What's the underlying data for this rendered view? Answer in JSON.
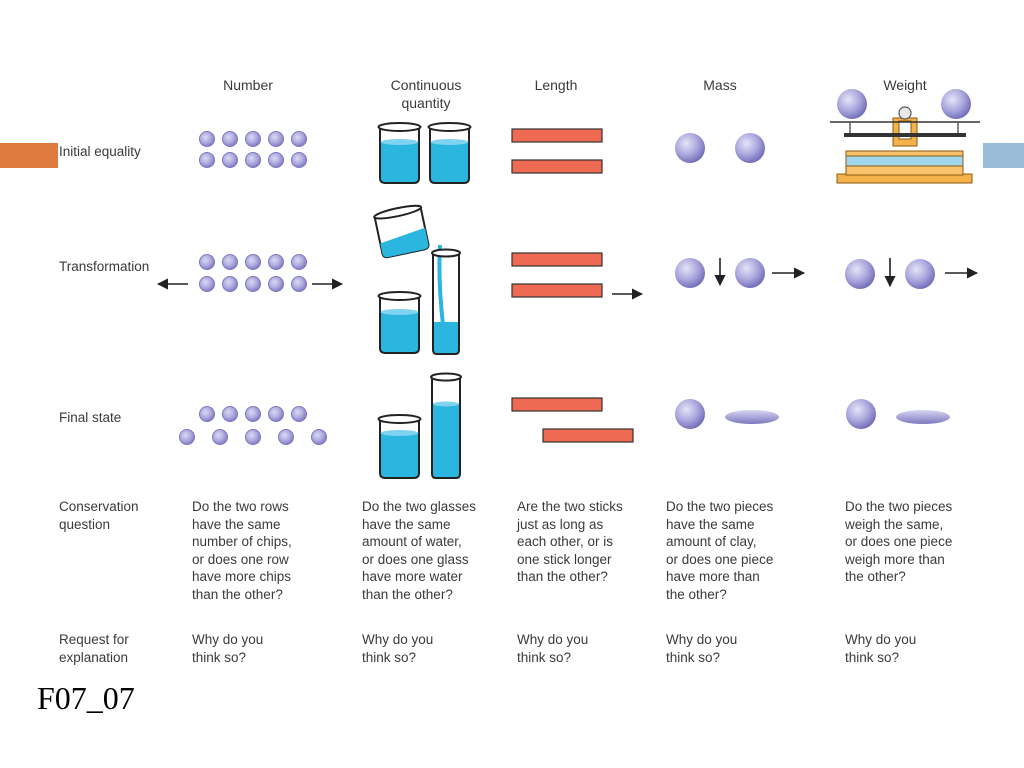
{
  "columns": [
    "Number",
    "Continuous\nquantity",
    "Length",
    "Mass",
    "Weight"
  ],
  "rows": [
    "Initial equality",
    "Transformation",
    "Final state"
  ],
  "question_row_label": "Conservation\nquestion",
  "questions": [
    "Do the two rows\nhave the same\nnumber of chips,\nor does one row\nhave more chips\nthan the other?",
    "Do the two glasses\nhave the same\namount of water,\nor does one glass\nhave more water\nthan the other?",
    "Are the two sticks\njust as long as\neach other, or is\none stick longer\nthan the other?",
    "Do the two pieces\nhave the same\namount of clay,\nor does one piece\nhave more than\nthe other?",
    "Do the two pieces\nweigh the same,\nor does one piece\nweigh more than\nthe other?"
  ],
  "explanation_row_label": "Request for\nexplanation",
  "explanations": [
    "Why do you\nthink so?",
    "Why do you\nthink so?",
    "Why do you\nthink so?",
    "Why do you\nthink so?",
    "Why do you\nthink so?"
  ],
  "figure_id": "F07_07",
  "colors": {
    "chip": "#a9a6dd",
    "chip_edge": "#7c78c0",
    "water": "#2bb6e0",
    "stick": "#ee6a52",
    "scale": "#f6b24a",
    "tab_left": "#e07b3f",
    "tab_right": "#9bbcd8"
  }
}
